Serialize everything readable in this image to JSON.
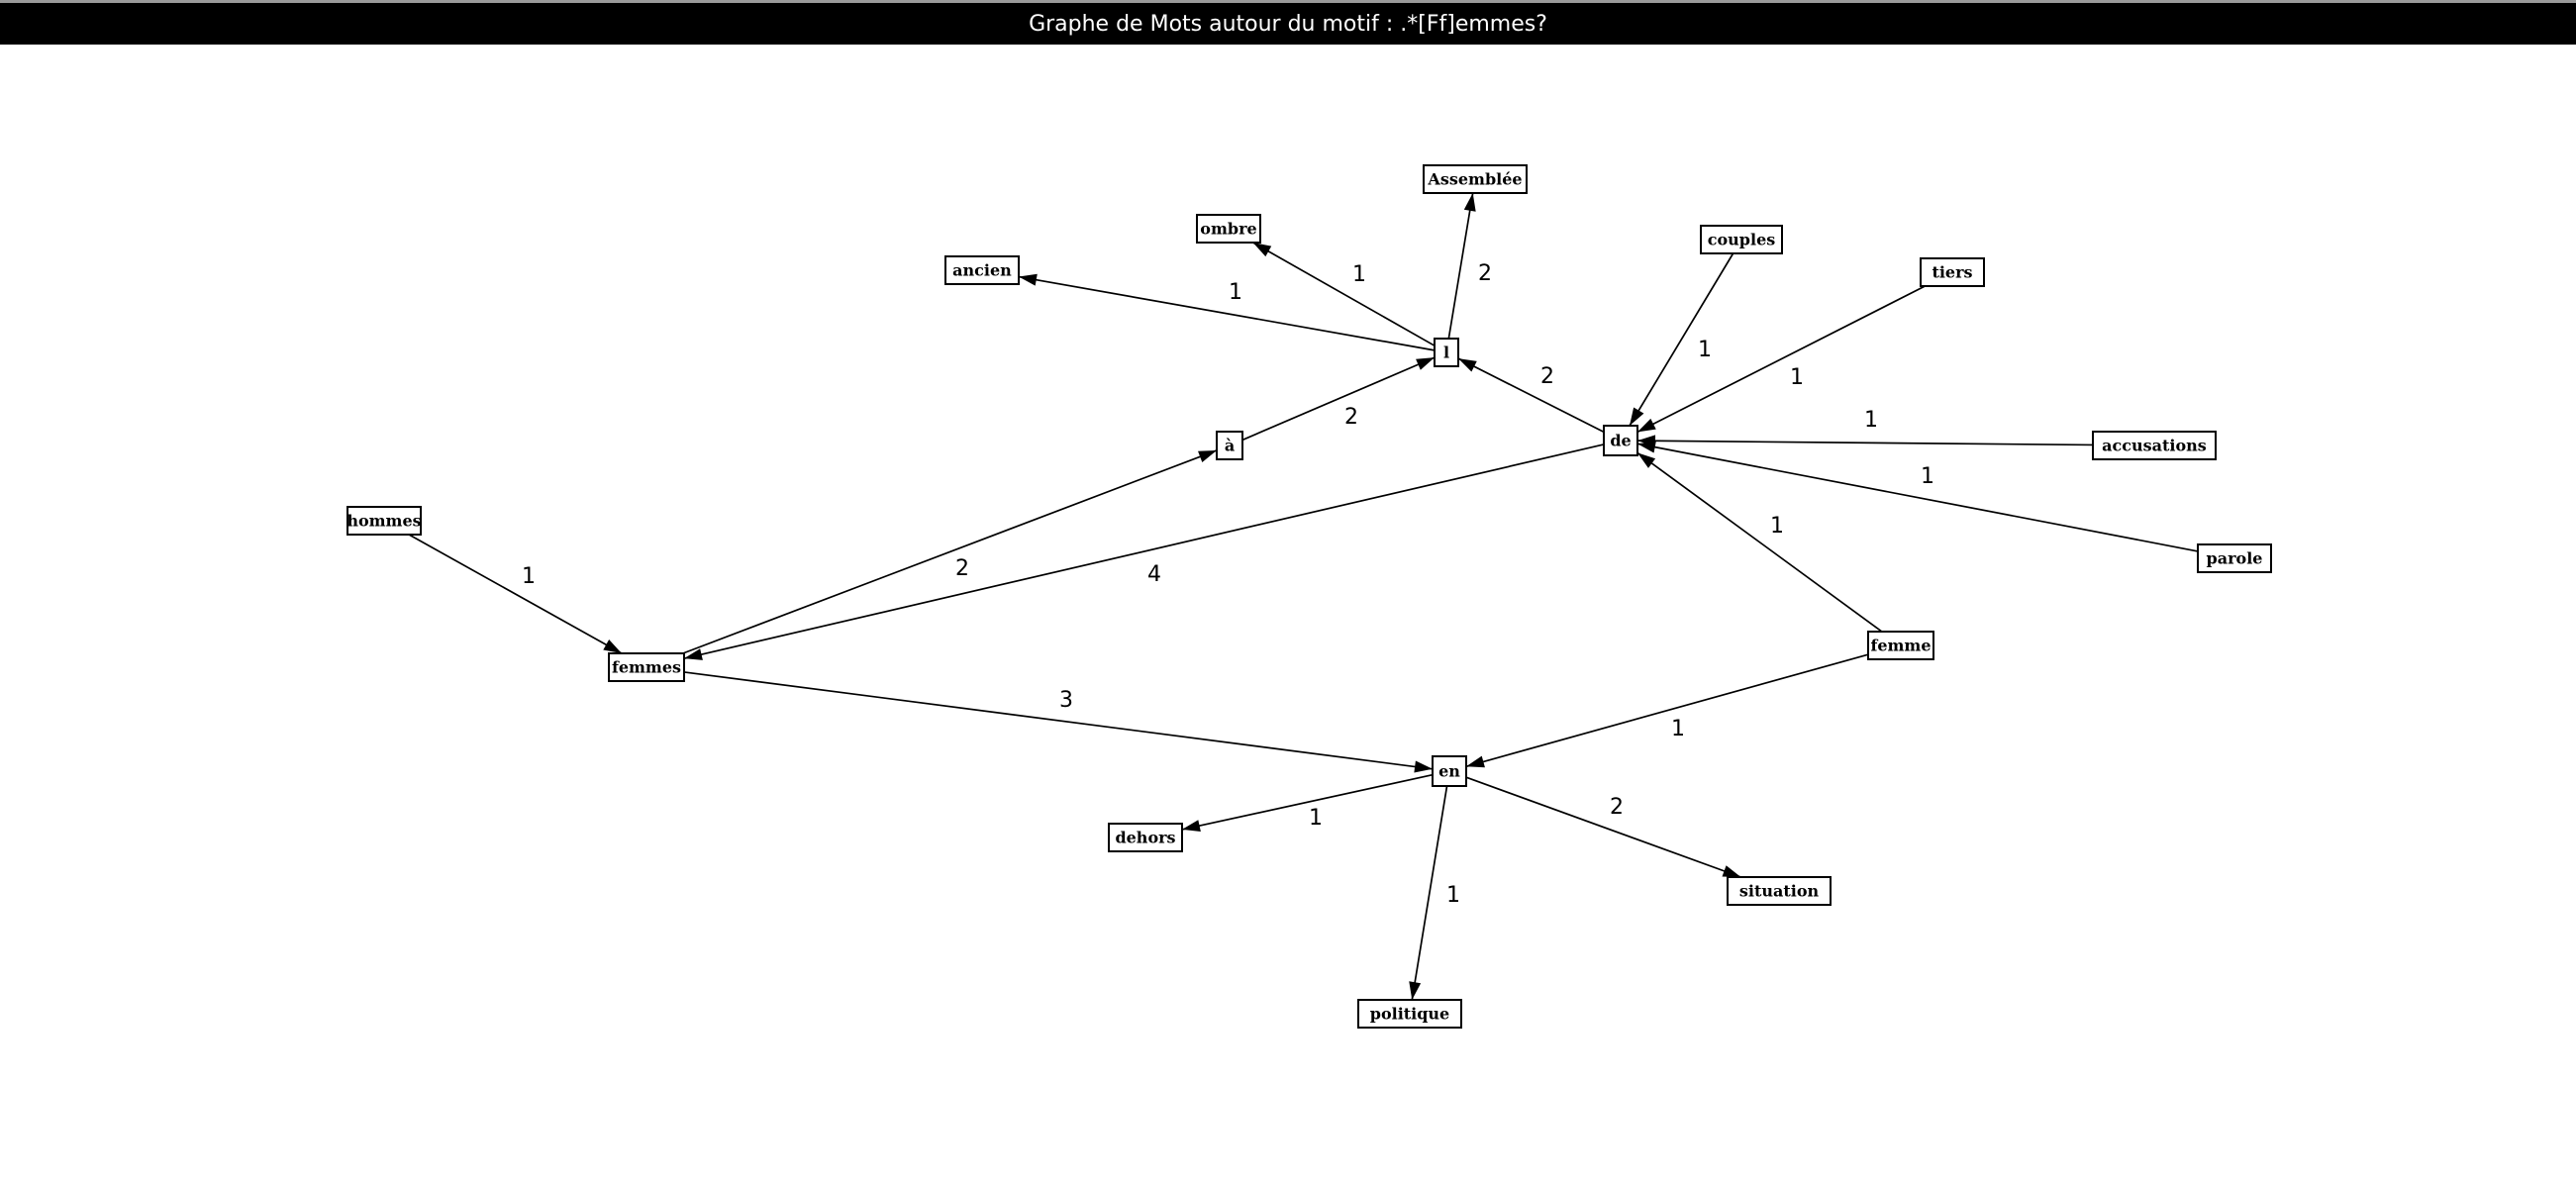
{
  "window": {
    "title": "Graphe de Mots autour du motif : .*[Ff]emmes?"
  },
  "graph": {
    "nodes": [
      {
        "id": "hommes",
        "label": "hommes"
      },
      {
        "id": "femmes",
        "label": "femmes"
      },
      {
        "id": "a",
        "label": "à"
      },
      {
        "id": "l",
        "label": "l"
      },
      {
        "id": "ancien",
        "label": "ancien"
      },
      {
        "id": "ombre",
        "label": "ombre"
      },
      {
        "id": "assemblee",
        "label": "Assemblée"
      },
      {
        "id": "de",
        "label": "de"
      },
      {
        "id": "couples",
        "label": "couples"
      },
      {
        "id": "tiers",
        "label": "tiers"
      },
      {
        "id": "accusations",
        "label": "accusations"
      },
      {
        "id": "parole",
        "label": "parole"
      },
      {
        "id": "femme",
        "label": "femme"
      },
      {
        "id": "en",
        "label": "en"
      },
      {
        "id": "dehors",
        "label": "dehors"
      },
      {
        "id": "situation",
        "label": "situation"
      },
      {
        "id": "politique",
        "label": "politique"
      }
    ],
    "edges": [
      {
        "from": "hommes",
        "to": "femmes",
        "weight": "1"
      },
      {
        "from": "femmes",
        "to": "a",
        "weight": "2"
      },
      {
        "from": "de",
        "to": "femmes",
        "weight": "4"
      },
      {
        "from": "femmes",
        "to": "en",
        "weight": "3"
      },
      {
        "from": "a",
        "to": "l",
        "weight": "2"
      },
      {
        "from": "l",
        "to": "ancien",
        "weight": "1"
      },
      {
        "from": "l",
        "to": "ombre",
        "weight": "1"
      },
      {
        "from": "l",
        "to": "assemblee",
        "weight": "2"
      },
      {
        "from": "de",
        "to": "l",
        "weight": "2"
      },
      {
        "from": "couples",
        "to": "de",
        "weight": "1"
      },
      {
        "from": "tiers",
        "to": "de",
        "weight": "1"
      },
      {
        "from": "accusations",
        "to": "de",
        "weight": "1"
      },
      {
        "from": "parole",
        "to": "de",
        "weight": "1"
      },
      {
        "from": "femme",
        "to": "de",
        "weight": "1"
      },
      {
        "from": "femme",
        "to": "en",
        "weight": "1"
      },
      {
        "from": "en",
        "to": "dehors",
        "weight": "1"
      },
      {
        "from": "en",
        "to": "situation",
        "weight": "2"
      },
      {
        "from": "en",
        "to": "politique",
        "weight": "1"
      }
    ]
  }
}
